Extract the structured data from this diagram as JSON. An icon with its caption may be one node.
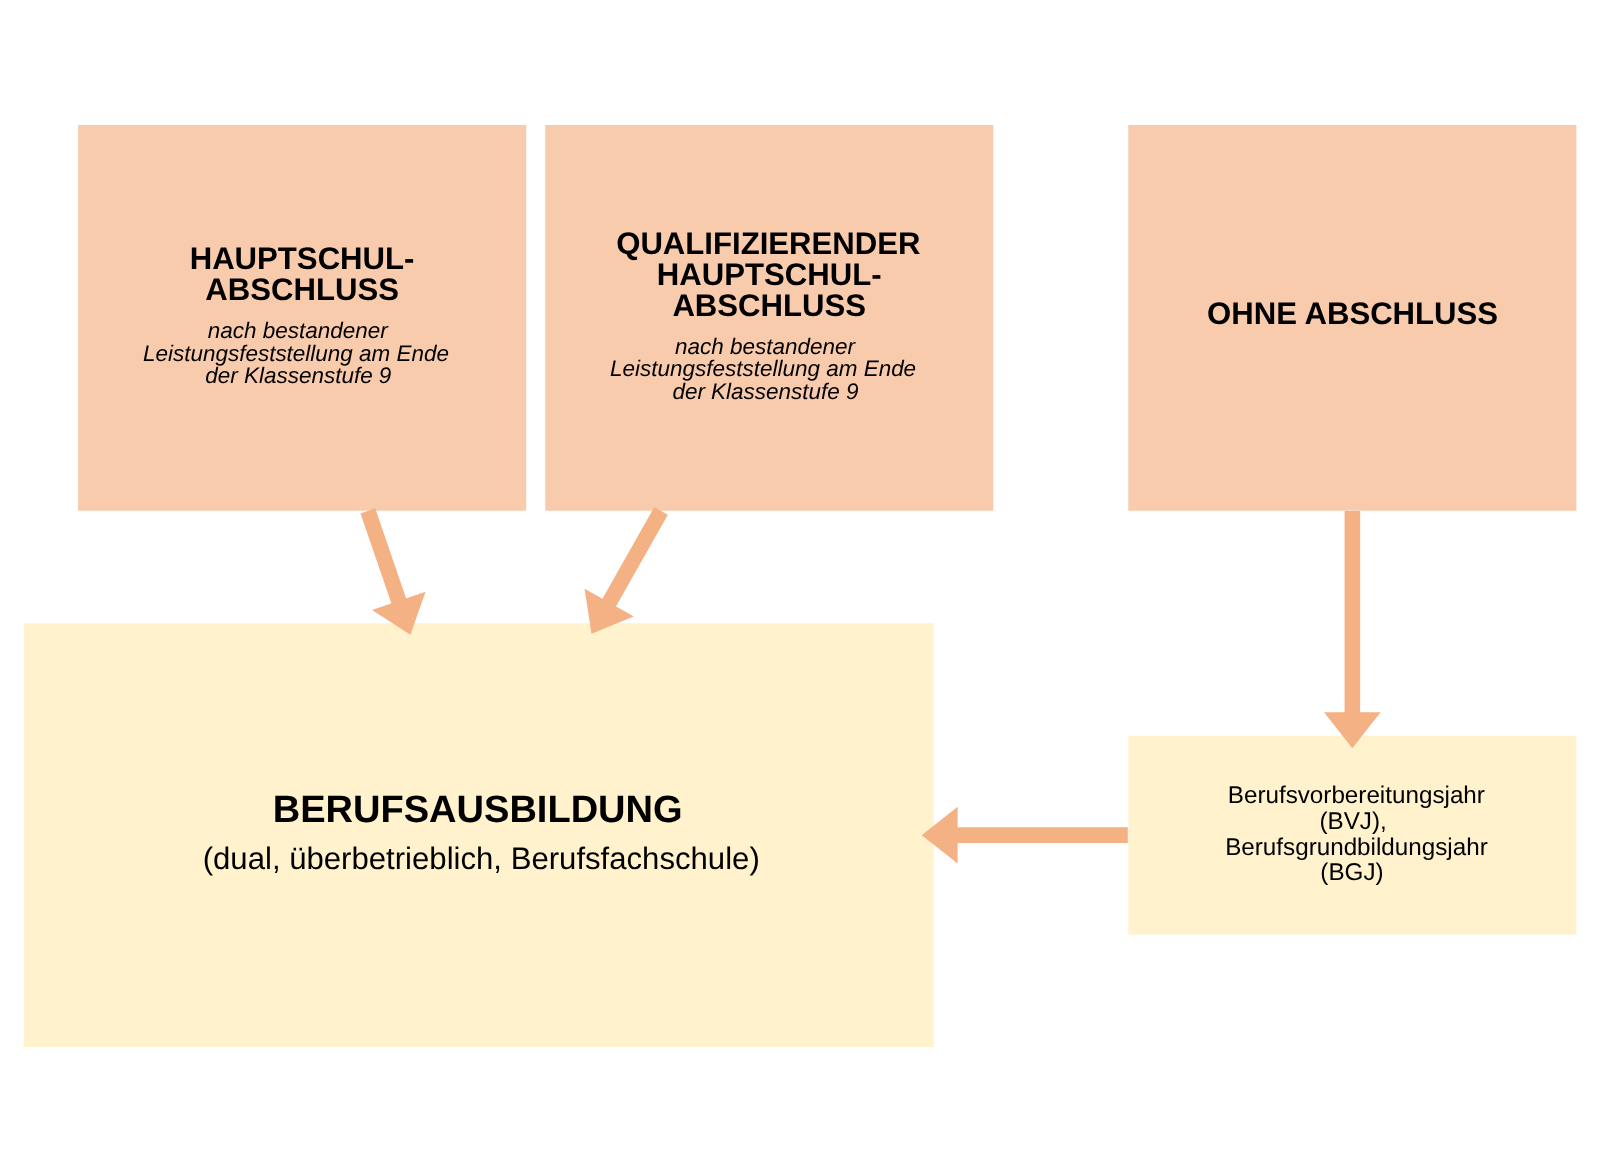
{
  "diagram": {
    "nodes": [
      {
        "text": [
          "HAUPTSCHUL- ABSCHLUSS",
          "nach bestandener Leistungsfeststellung am Ende der Klassenstufe 9"
        ]
      },
      {
        "text": [
          "QUALIFIZIERENDER HAUPTSCHUL- ABSCHLUSS",
          "nach bestandener Leistungsfeststellung am Ende der Klassenstufe 9"
        ]
      },
      {
        "text": [
          "OHNE ABSCHLUSS"
        ]
      },
      {
        "text": [
          "BERUFSAUSBILDUNG",
          "(dual, überbetrieblich, Berufsfachschule)"
        ]
      },
      {
        "text": [
          "Berufsvorbereitungsjahr (BVJ), Berufsgrundbildungsjahr (BGJ)"
        ]
      }
    ],
    "edges": [
      {
        "from": 0,
        "to": 3,
        "arrow": "to"
      },
      {
        "from": 1,
        "to": 3,
        "arrow": "to"
      },
      {
        "from": 2,
        "to": 4,
        "arrow": "to"
      },
      {
        "from": 4,
        "to": 3,
        "arrow": "to"
      }
    ]
  }
}
